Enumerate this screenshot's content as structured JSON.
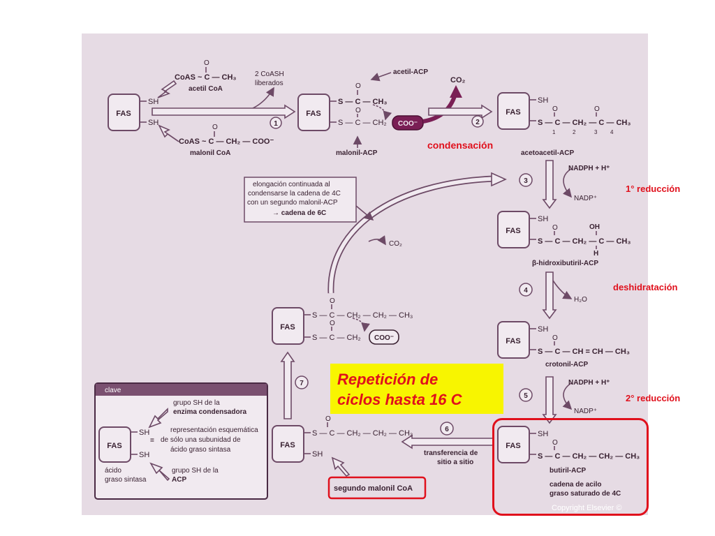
{
  "enzyme": "FAS",
  "thiol": "SH",
  "step_numbers": [
    "1",
    "2",
    "3",
    "4",
    "5",
    "6",
    "7"
  ],
  "labels": {
    "acetil_coa": "acetil CoA",
    "malonil_coa": "malonil CoA",
    "coash": "2 CoASH",
    "liberados": "liberados",
    "acetil_acp": "acetil-ACP",
    "malonil_acp": "malonil-ACP",
    "co2": "CO₂",
    "coo": "COO⁻",
    "acetoacetil_acp": "acetoacetil-ACP",
    "carbon_numbers": [
      "1",
      "2",
      "3",
      "4"
    ],
    "nadph": "NADPH + H⁺",
    "nadp": "NADP⁺",
    "hidroxibutiril_acp": "β-hidroxibutiril-ACP",
    "h2o": "H₂O",
    "crotonil_acp": "crotonil-ACP",
    "butiril_acp": "butiril-ACP",
    "cadena_acilo_1": "cadena de acilo",
    "cadena_acilo_2": "graso saturado de 4C",
    "transferencia_1": "transferencia de",
    "transferencia_2": "sitio a sitio",
    "segundo_malonil": "segundo malonil CoA",
    "copyright": "Copyright Elsevier ©"
  },
  "formulas": {
    "coas_acetyl": "CoAS ~ C — CH₃",
    "coas_malonyl": "CoAS ~ C — CH₂ — COO⁻",
    "s_c_ch3": "S — C — CH₃",
    "s_c_ch2": "S — C — CH₂",
    "acetoacetyl": "S — C — CH₂ — C — CH₃",
    "hydroxybutyryl": "S — C — CH₂ — C — CH₃",
    "crotonyl": "S — C — CH = CH — CH₃",
    "butyryl": "S — C — CH₂ — CH₂ — CH₃",
    "butyryl_left": "S — C — CH₂ — CH₂ — CH₃",
    "hexanoyl_prec": "S — C — CH₂ — CH₂ — CH₃",
    "malonyl_left": "S — C — CH₂",
    "s_only": "S —",
    "oxygen": "O",
    "oh": "OH",
    "h": "H"
  },
  "reactions": {
    "condensacion": "condensación",
    "reduccion_1": "1° reducción",
    "deshidratacion": "deshidratación",
    "reduccion_2": "2° reducción"
  },
  "elongation_note": [
    "elongación continuada al",
    "condensarse la cadena de 4C",
    "con un segundo malonil-ACP",
    "→ cadena de 6C"
  ],
  "banner": [
    "Repetición  de",
    "ciclos hasta 16 C"
  ],
  "key": {
    "title": "clave",
    "sh_condensadora_1": "grupo SH de la",
    "sh_condensadora_2": "enzima condensadora",
    "representacion_1": "representación esquemática",
    "representacion_2": "de sólo una subunidad de",
    "representacion_3": "ácido graso sintasa",
    "acido_1": "ácido",
    "acido_2": "graso sintasa",
    "sh_acp_1": "grupo SH de la",
    "sh_acp_2": "ACP",
    "equals": "="
  },
  "colors": {
    "panel": "#e6dbe4",
    "line": "#6d4a66",
    "accent": "#7a1f55",
    "red": "#e0101c",
    "banner": "#f8f500"
  }
}
